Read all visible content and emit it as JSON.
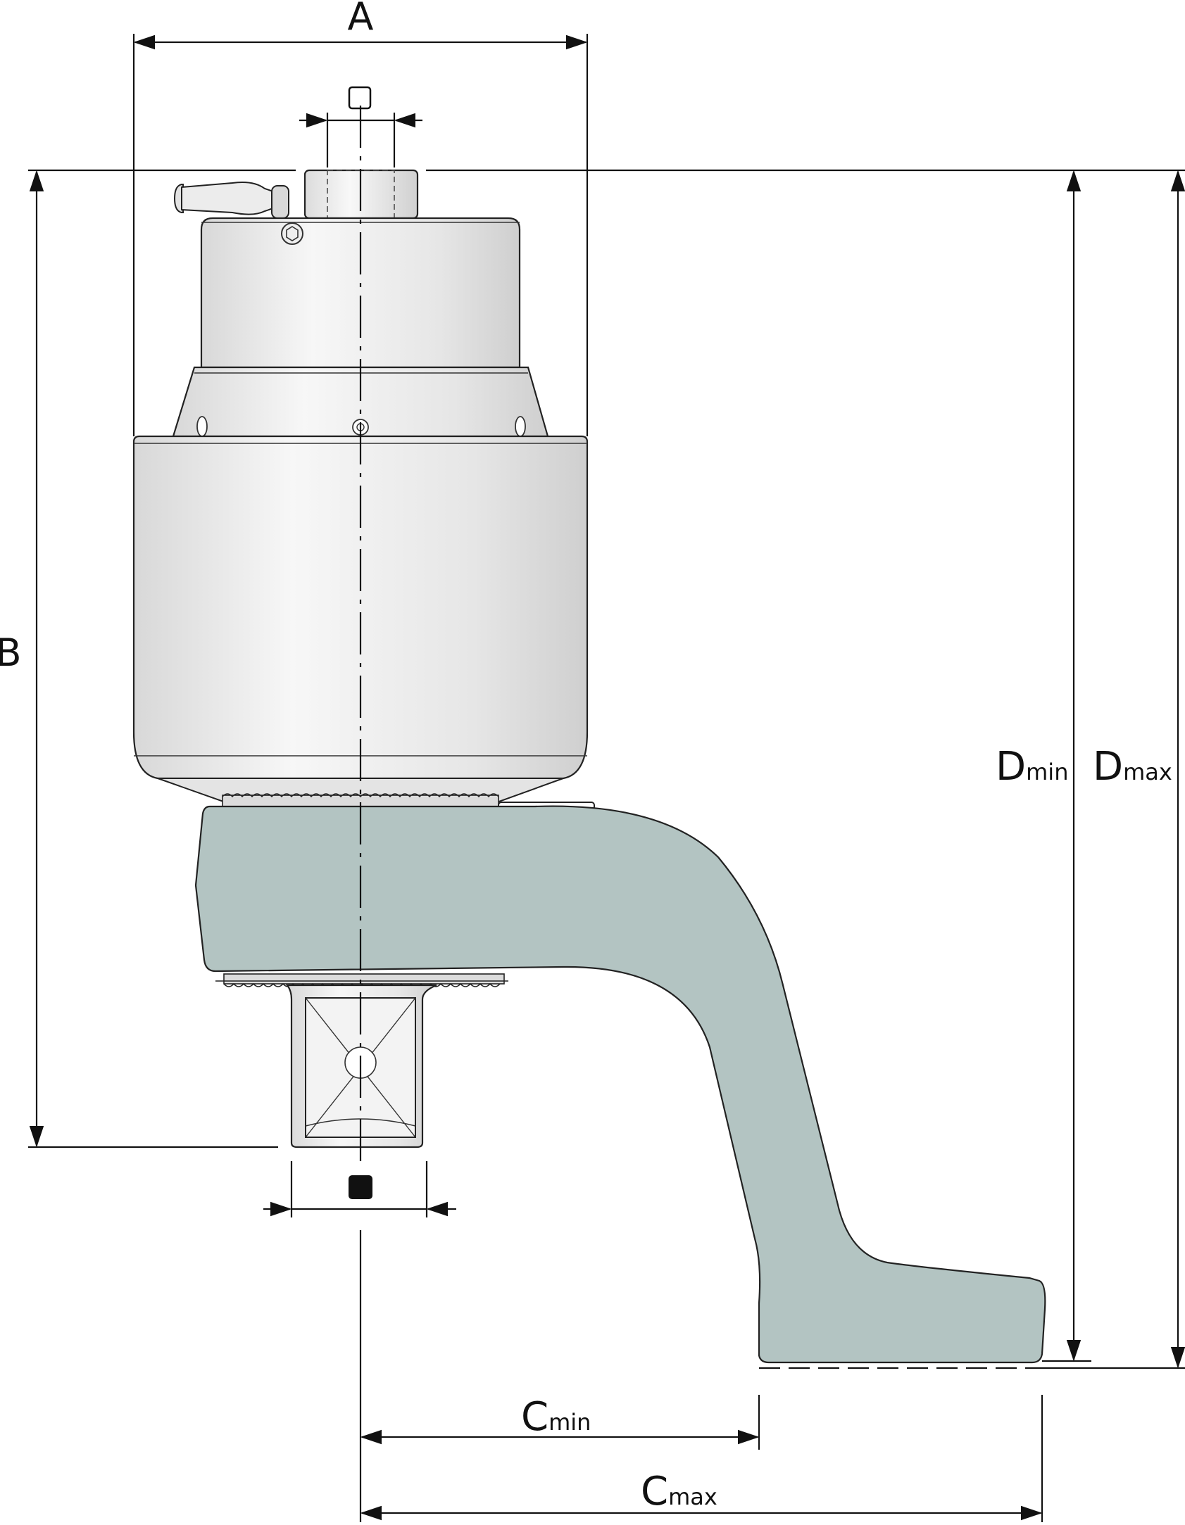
{
  "dimensions": {
    "a": "A",
    "b": "B",
    "c_min": {
      "main": "C",
      "sub": "min"
    },
    "c_max": {
      "main": "C",
      "sub": "max"
    },
    "d_min": {
      "main": "D",
      "sub": "min"
    },
    "d_max": {
      "main": "D",
      "sub": "max"
    }
  },
  "colors": {
    "arm": "#b3c4c2",
    "body_light": "#f2f2f2",
    "body_dark": "#d2d2d2",
    "line": "#111111"
  }
}
